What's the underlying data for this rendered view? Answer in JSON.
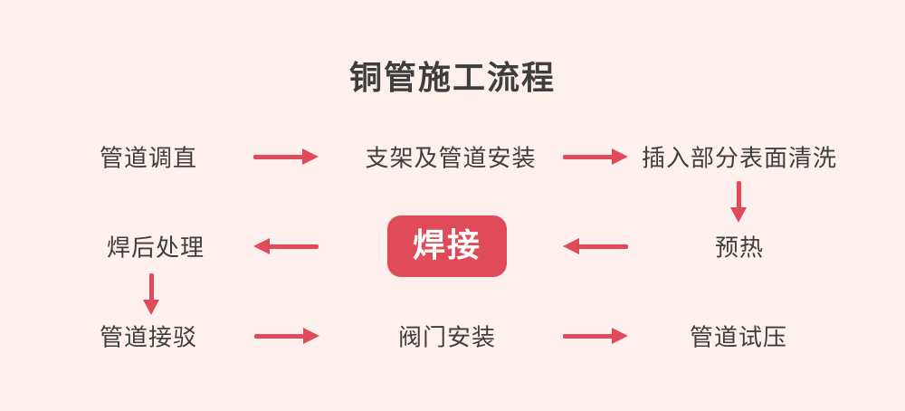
{
  "colors": {
    "background": "#fdf0ed",
    "accent": "#e04b5a",
    "text": "#3e3e3e",
    "welding_text": "#ffffff"
  },
  "title": "铜管施工流程",
  "steps": {
    "straighten": "管道调直",
    "install": "支架及管道安装",
    "clean": "插入部分表面清洗",
    "preheat": "预热",
    "weld": "焊接",
    "postweld": "焊后处理",
    "connect": "管道接驳",
    "valve": "阀门安装",
    "pressure": "管道试压"
  }
}
